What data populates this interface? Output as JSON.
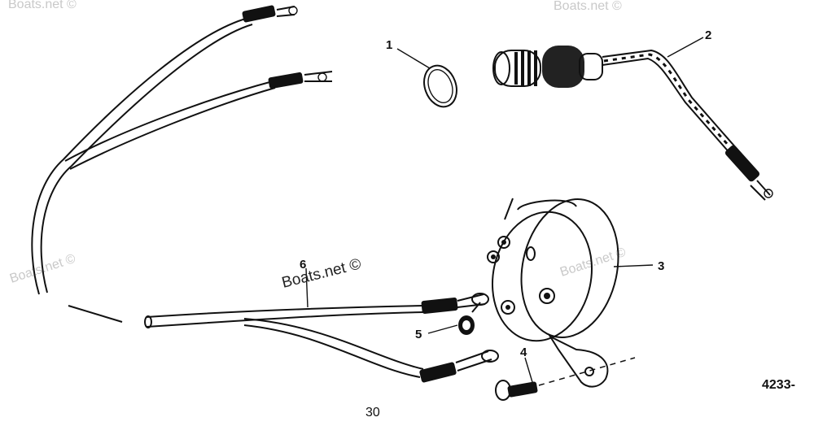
{
  "diagram": {
    "callouts": [
      "1",
      "2",
      "3",
      "4",
      "5",
      "6"
    ],
    "page_number": "30",
    "figure_code": "4233-",
    "watermark": "Boats.net ©"
  }
}
